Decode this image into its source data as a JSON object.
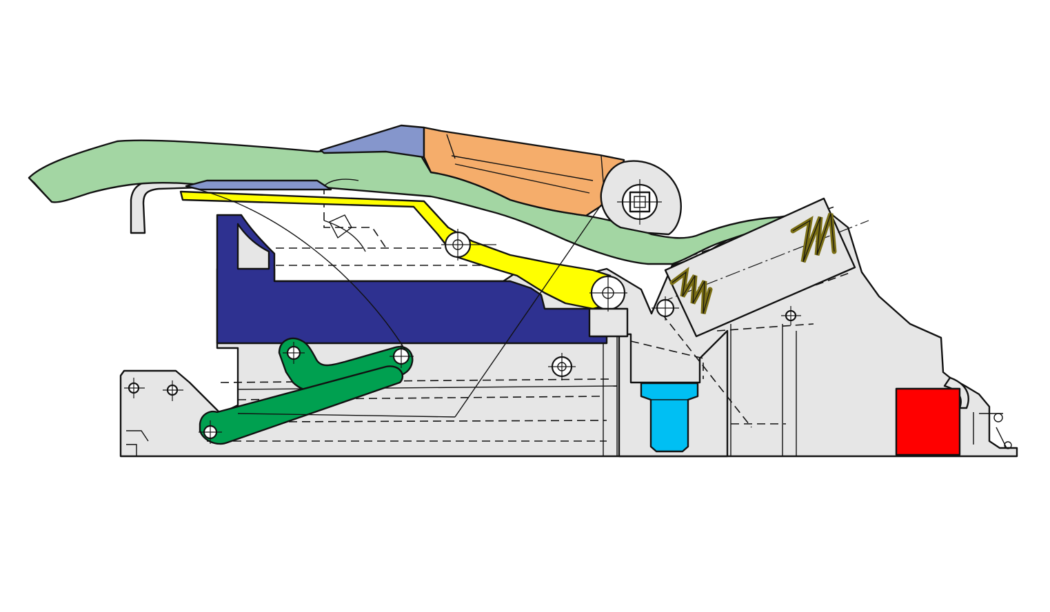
{
  "drawing": {
    "colors": {
      "background": "#ffffff",
      "housing": "#e6e6e6",
      "pedal_arm": "#a3d6a3",
      "cover_plate": "#8596cc",
      "orange_block": "#f5ad6b",
      "yellow_lever": "#ffff00",
      "slide_block": "#2e3190",
      "linkage": "#00a050",
      "spring": "#7a6e14",
      "plunger": "#00bff3",
      "stop_block": "#ff0000",
      "outline": "#111111"
    },
    "parts": [
      "pedal-arm",
      "cover-plate",
      "orange-block",
      "yellow-lever",
      "slide-block",
      "green-linkage",
      "spring-left",
      "spring-right",
      "plunger",
      "stop-block",
      "housing"
    ]
  }
}
